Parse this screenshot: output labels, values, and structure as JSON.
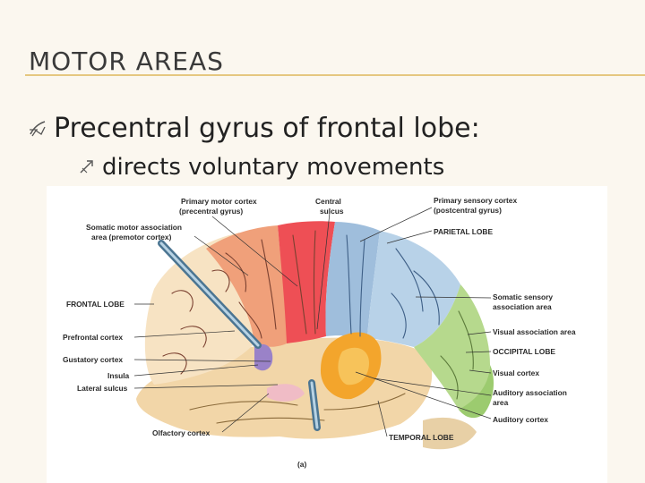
{
  "slide": {
    "title": "MOTOR AREAS",
    "bullets": [
      {
        "text": "Precentral gyrus of frontal lobe:",
        "icon": "curly-bullet-icon"
      },
      {
        "text": "directs voluntary movements",
        "icon": "arrow-bullet-icon"
      }
    ]
  },
  "colors": {
    "title_rule": "#e5c780",
    "primary_motor": "#ee4f55",
    "premotor": "#f0a07a",
    "primary_sensory": "#9fbedc",
    "sensory_association": "#b8d2e8",
    "visual_association": "#b6d98d",
    "visual_cortex": "#9ccb6f",
    "auditory": "#f3a52c",
    "temporal": "#f2d6a8",
    "prefrontal": "#f7e3c3",
    "insula": "#9a82c8",
    "olfactory": "#f0bcc6"
  },
  "figure": {
    "labels": {
      "primary_motor_cortex": [
        "Primary motor cortex",
        "(precentral gyrus)"
      ],
      "central_sulcus": [
        "Central",
        "sulcus"
      ],
      "primary_sensory_cortex": [
        "Primary sensory cortex",
        "(postcentral gyrus)"
      ],
      "somatic_motor_association": [
        "Somatic motor association",
        "area (premotor cortex)"
      ],
      "parietal_lobe": "PARIETAL LOBE",
      "frontal_lobe": "FRONTAL LOBE",
      "somatic_sensory_association": [
        "Somatic sensory",
        "association area"
      ],
      "prefrontal_cortex": "Prefrontal cortex",
      "visual_association_area": "Visual association area",
      "occipital_lobe": "OCCIPITAL LOBE",
      "gustatory_cortex": "Gustatory cortex",
      "visual_cortex": "Visual cortex",
      "insula": "Insula",
      "lateral_sulcus": "Lateral sulcus",
      "auditory_association_area": [
        "Auditory association",
        "area"
      ],
      "auditory_cortex": "Auditory cortex",
      "olfactory_cortex": "Olfactory cortex",
      "temporal_lobe": "TEMPORAL LOBE",
      "panel": "(a)"
    }
  }
}
